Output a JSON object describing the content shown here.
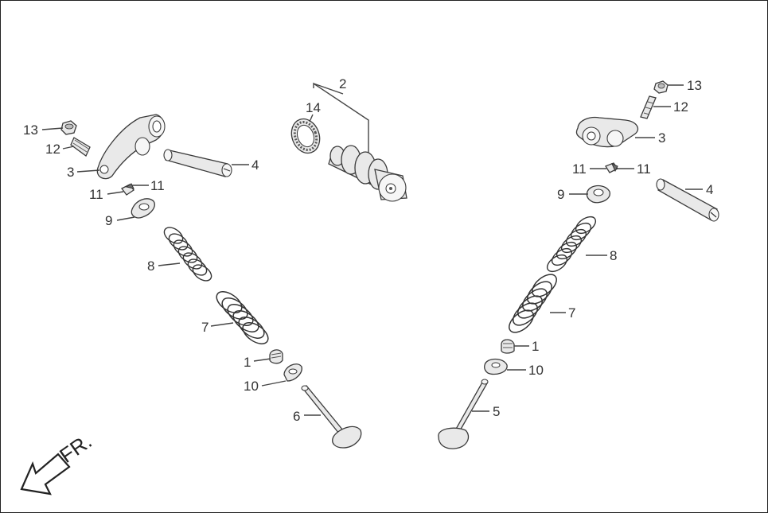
{
  "diagram": {
    "front_indicator": "FR.",
    "callouts": {
      "c1_left": "1",
      "c1_right": "1",
      "c2": "2",
      "c3_left": "3",
      "c3_right": "3",
      "c4_left": "4",
      "c4_right": "4",
      "c5": "5",
      "c6": "6",
      "c7_left": "7",
      "c7_right": "7",
      "c8_left": "8",
      "c8_right": "8",
      "c9_left": "9",
      "c9_right": "9",
      "c10_left": "10",
      "c10_right": "10",
      "c11_left_a": "11",
      "c11_left_b": "11",
      "c11_right_a": "11",
      "c11_right_b": "11",
      "c12_left": "12",
      "c12_right": "12",
      "c13_left": "13",
      "c13_right": "13",
      "c14": "14"
    }
  }
}
